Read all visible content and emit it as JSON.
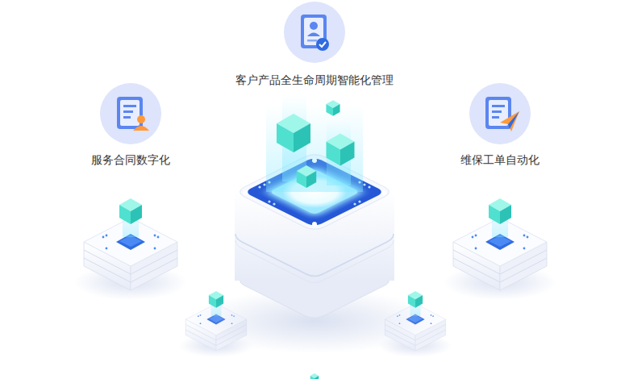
{
  "diagram": {
    "nodes": [
      {
        "text": [
          "客户产品全生命周期智能化管理"
        ]
      },
      {
        "text": [
          "服务合同数字化"
        ]
      },
      {
        "text": [
          "维保工单自动化"
        ]
      }
    ]
  }
}
